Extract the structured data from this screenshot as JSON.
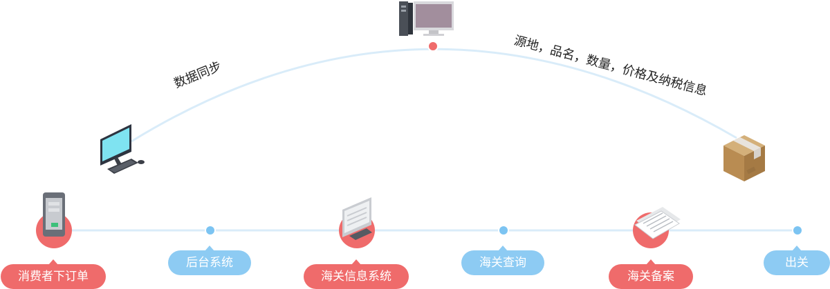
{
  "steps": [
    {
      "label": "消费者下订单",
      "style": "red"
    },
    {
      "label": "后台系统",
      "style": "blue"
    },
    {
      "label": "海关信息系统",
      "style": "red"
    },
    {
      "label": "海关查询",
      "style": "blue"
    },
    {
      "label": "海关备案",
      "style": "red"
    },
    {
      "label": "出关",
      "style": "blue"
    }
  ],
  "arc_labels": {
    "left": "数据同步",
    "right": "源地，品名，数量，价格及纳税信息"
  },
  "icons": {
    "phone": "smartphone-icon",
    "desktop": "desktop-computer-icon",
    "server": "server-computer-icon",
    "monitor": "monitor-icon",
    "documents": "documents-icon",
    "box": "package-box-icon"
  },
  "colors": {
    "red": "#ef6b6b",
    "blue": "#8dcbf3",
    "line": "#d9ecf9"
  }
}
